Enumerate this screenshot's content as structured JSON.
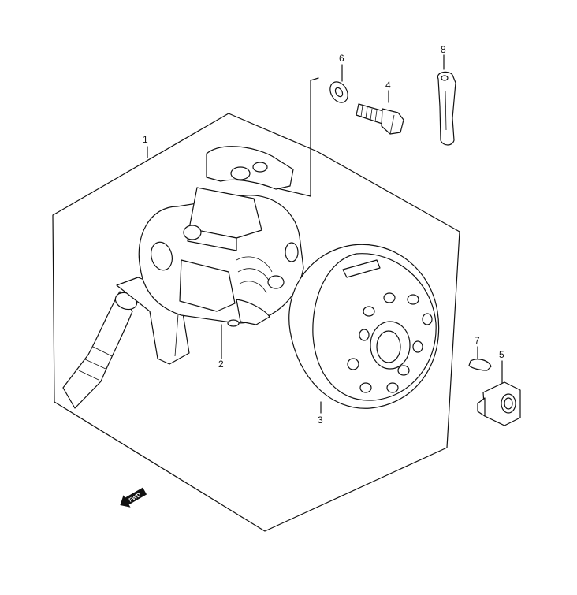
{
  "callouts": {
    "c1": "1",
    "c2": "2",
    "c3": "3",
    "c4": "4",
    "c5": "5",
    "c6": "6",
    "c7": "7",
    "c8": "8"
  },
  "direction_arrow": {
    "label": "FWD"
  }
}
